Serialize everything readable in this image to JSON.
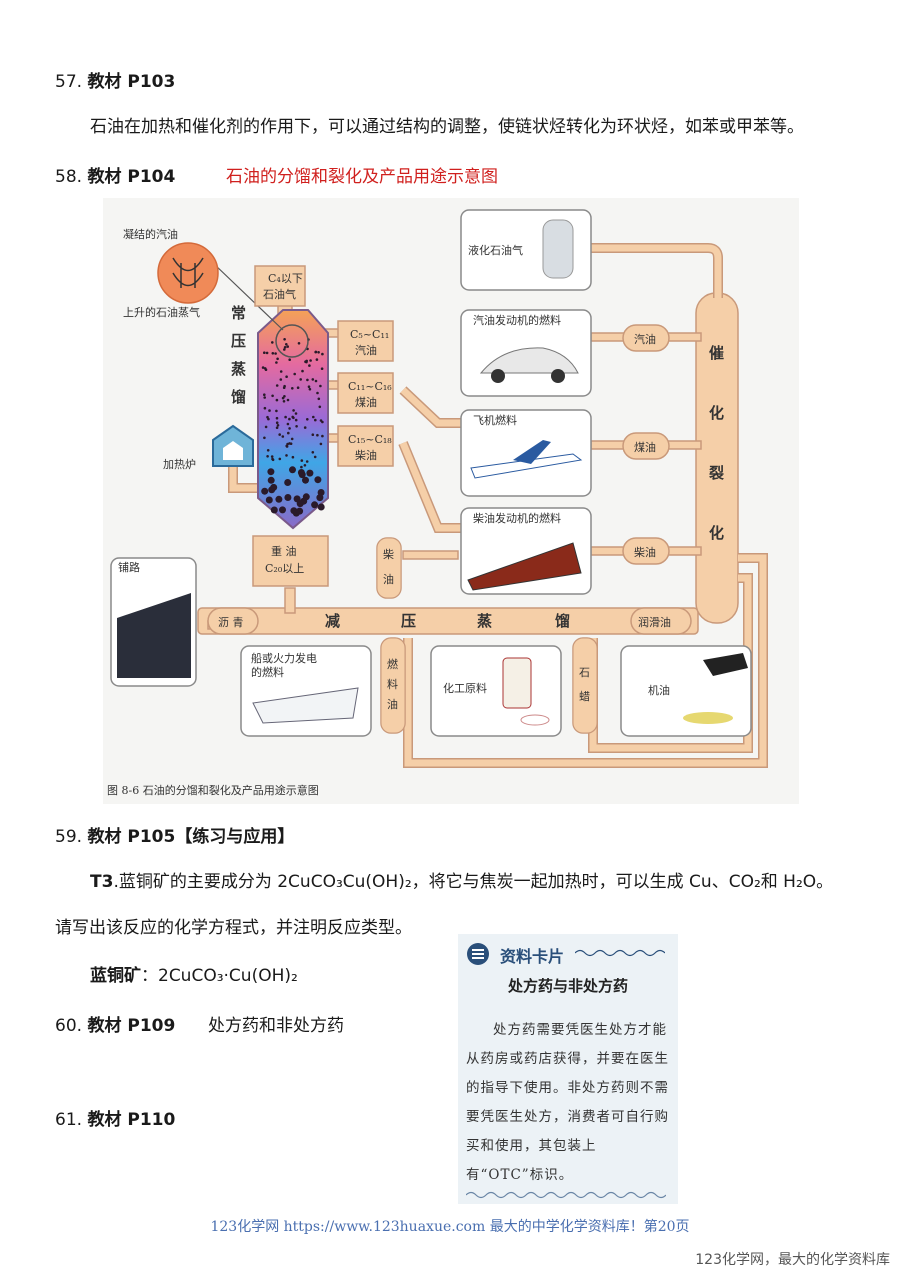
{
  "sections": [
    {
      "num": "57.",
      "label": "教材 P103"
    },
    {
      "num": "58.",
      "label": "教材 P104",
      "title": "石油的分馏和裂化及产品用途示意图"
    },
    {
      "num": "59.",
      "label": "教材 P105【练习与应用】"
    },
    {
      "num": "60.",
      "label": "教材 P109",
      "title": "处方药和非处方药"
    },
    {
      "num": "61.",
      "label": "教材 P110"
    }
  ],
  "p57_text": "石油在加热和催化剂的作用下，可以通过结构的调整，使链状烃转化为环状烃，如苯或甲苯等。",
  "t3": {
    "label": "T3",
    "line1": ".蓝铜矿的主要成分为 2CuCO₃Cu(OH)₂，将它与焦炭一起加热时，可以生成 Cu、CO₂和 H₂O。",
    "line2": "请写出该反应的化学方程式，并注明反应类型。",
    "mineral_label": "蓝铜矿",
    "mineral_formula": "：2CuCO₃·Cu(OH)₂"
  },
  "diagram": {
    "condensed": "凝结的汽油",
    "rising": "上升的石油蒸气",
    "tower": [
      "常",
      "压",
      "蒸",
      "馏"
    ],
    "furnace": "加热炉",
    "c4": [
      "C₄以下",
      "石油气"
    ],
    "c5": [
      "C₅~C₁₁",
      "汽油"
    ],
    "c11": [
      "C₁₁~C₁₆",
      "煤油"
    ],
    "c15": [
      "C₁₅~C₁₈",
      "柴油"
    ],
    "heavy": [
      "重 油",
      "C₂₀以上"
    ],
    "lpg": "液化石油气",
    "car": "汽油发动机的燃料",
    "plane": "飞机燃料",
    "train": "柴油发动机的燃料",
    "gasoline": "汽油",
    "kerosene": "煤油",
    "diesel": "柴油",
    "cracking": [
      "催",
      "化",
      "裂",
      "化"
    ],
    "diesel_v": [
      "柴",
      "油"
    ],
    "road": "铺路",
    "asphalt": "沥 青",
    "vacuum": [
      "减",
      "压",
      "蒸",
      "馏"
    ],
    "lube": "润滑油",
    "ship": [
      "船或火力发电",
      "的燃料"
    ],
    "fuel_oil": [
      "燃",
      "料",
      "油"
    ],
    "chem": "化工原料",
    "paraffin": [
      "石",
      "蜡"
    ],
    "engine_oil": "机油",
    "caption": "图 8-6   石油的分馏和裂化及产品用途示意图"
  },
  "card": {
    "title": "资料卡片",
    "subtitle": "处方药与非处方药",
    "body": "处方药需要凭医生处方才能从药房或药店获得，并要在医生的指导下使用。非处方药则不需要凭医生处方，消费者可自行购买和使用，其包装上有“OTC”标识。"
  },
  "footer": {
    "line": "123化学网 https://www.123huaxue.com 最大的中学化学资料库！第20页",
    "watermark": "123化学网，最大的化学资料库"
  },
  "colors": {
    "red": "#d0201e",
    "pipe": "#f5cfa8",
    "pipe_border": "#c9997a"
  }
}
